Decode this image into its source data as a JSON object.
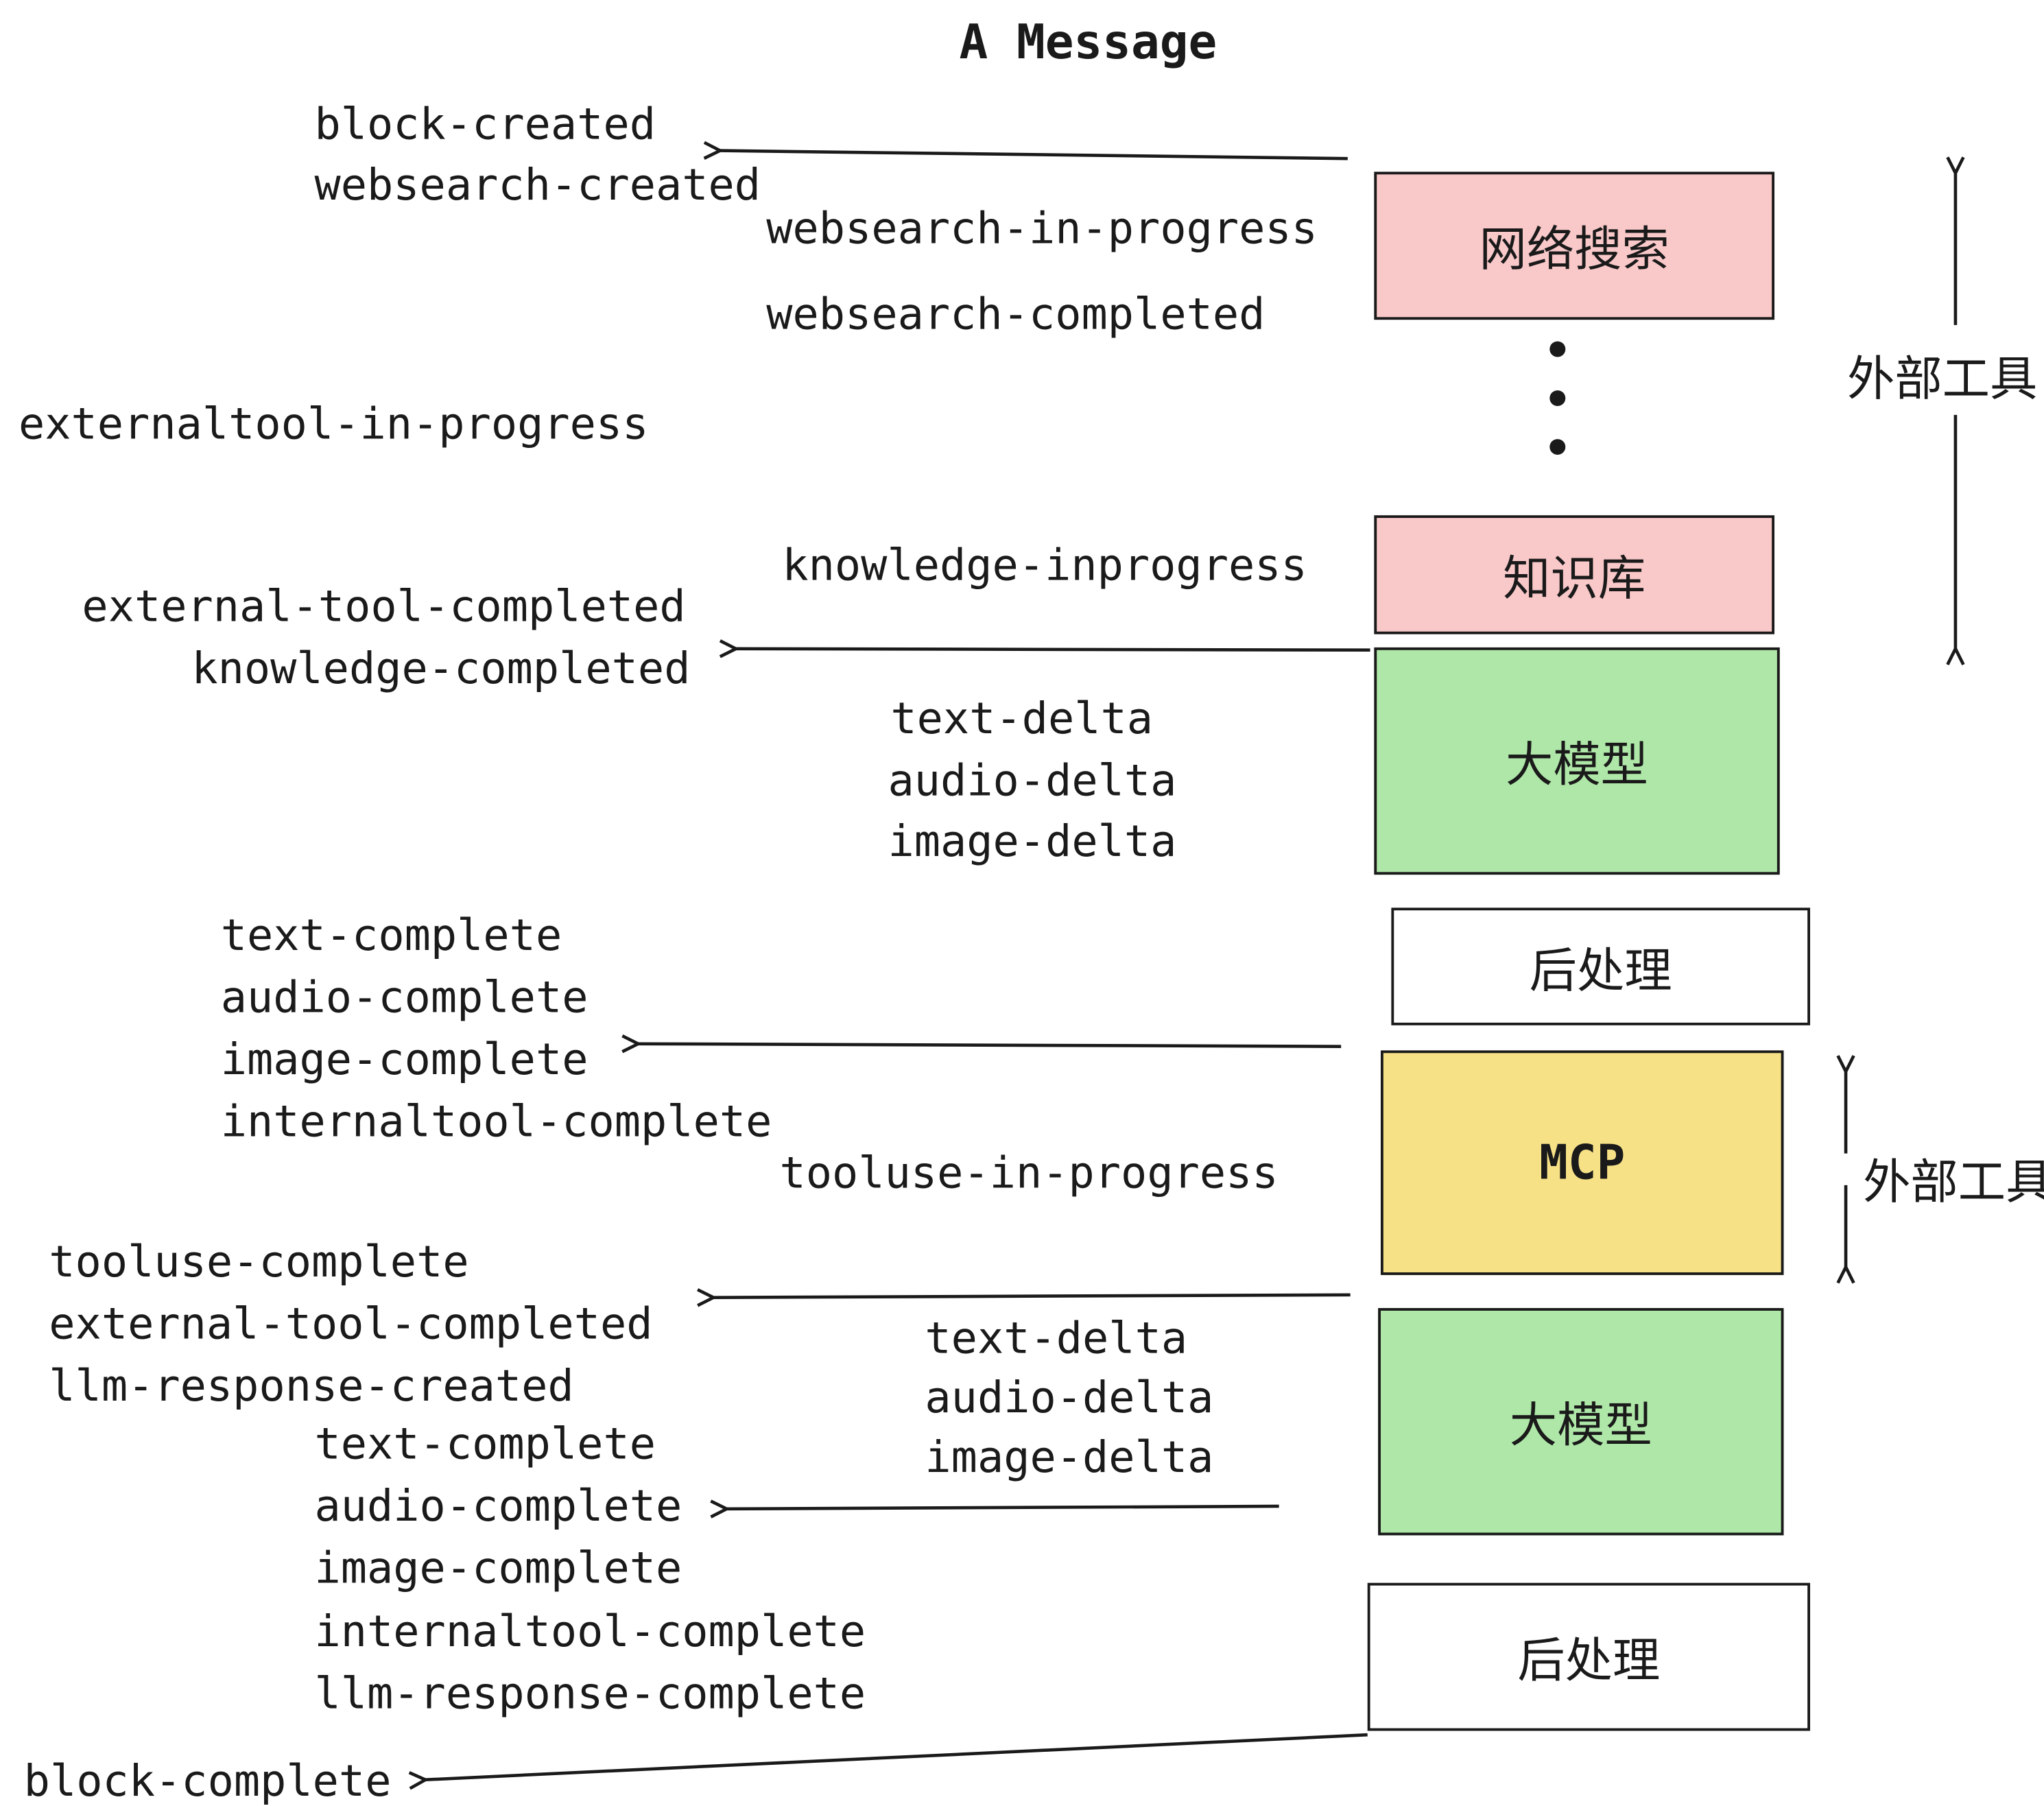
{
  "title": "A Message",
  "events": [
    "block-created",
    "websearch-created",
    "websearch-in-progress",
    "websearch-completed",
    "externaltool-in-progress",
    "knowledge-inprogress",
    "external-tool-completed",
    "knowledge-completed",
    "text-delta",
    "audio-delta",
    "image-delta",
    "text-complete",
    "audio-complete",
    "image-complete",
    "internaltool-complete",
    "tooluse-in-progress",
    "tooluse-complete",
    "external-tool-completed",
    "llm-response-created",
    "text-delta",
    "audio-delta",
    "image-delta",
    "text-complete",
    "audio-complete",
    "image-complete",
    "internaltool-complete",
    "llm-response-complete",
    "block-complete"
  ],
  "boxes": [
    {
      "label": "网络搜索",
      "color": "#f9c8c9"
    },
    {
      "label": "知识库",
      "color": "#f9c8c9"
    },
    {
      "label": "大模型",
      "color": "#aee7a8"
    },
    {
      "label": "后处理",
      "color": "#ffffff"
    },
    {
      "label": "MCP",
      "color": "#f7e186"
    },
    {
      "label": "大模型",
      "color": "#aee7a8"
    },
    {
      "label": "后处理",
      "color": "#ffffff"
    }
  ],
  "annotations": [
    "外部工具",
    "外部工具"
  ],
  "dot": "•",
  "colors": {
    "stroke": "#1a1a1a",
    "pink": "#f9c8c9",
    "green": "#aee7a8",
    "yellow": "#f7e186",
    "white": "#ffffff"
  }
}
